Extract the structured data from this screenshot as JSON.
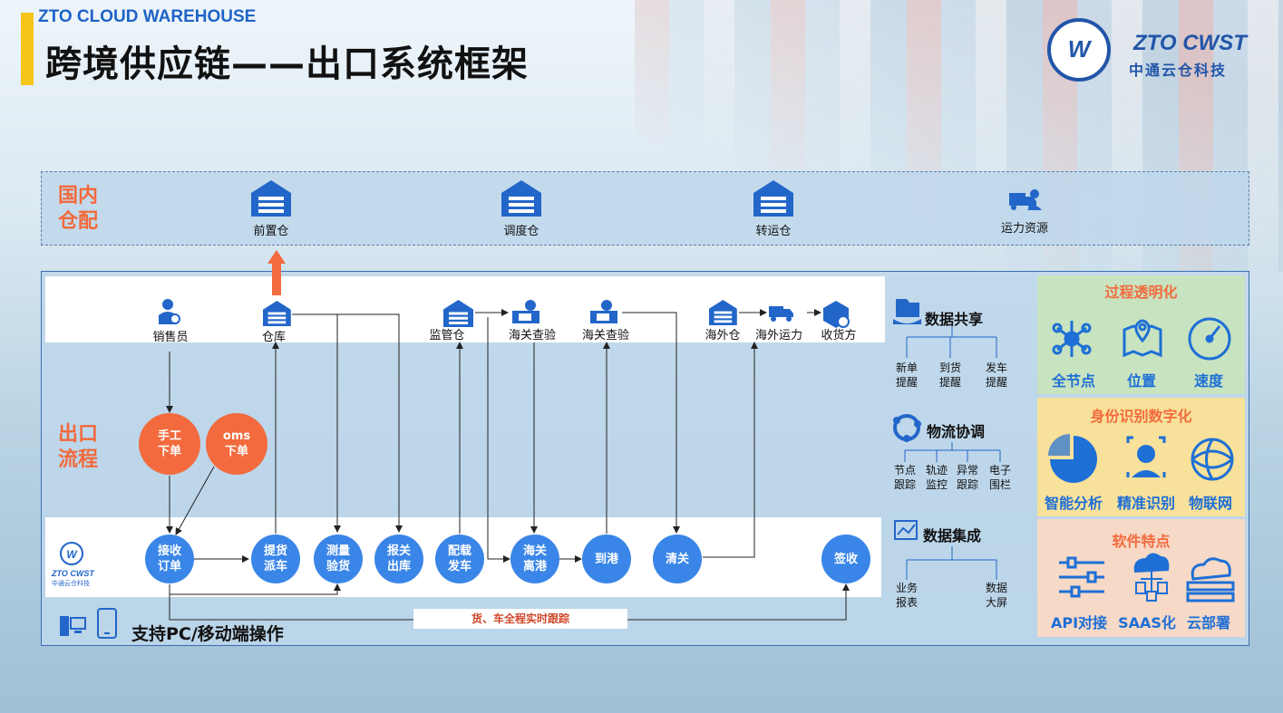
{
  "header": {
    "brand": "ZTO CLOUD WAREHOUSE",
    "title": "跨境供应链——出口系统框架",
    "logo_en": "ZTO CWST",
    "logo_cn": "中通云仓科技"
  },
  "domestic": {
    "label_line1": "国内",
    "label_line2": "仓配",
    "items": [
      "前置仓",
      "调度仓",
      "转运仓",
      "运力资源"
    ]
  },
  "export": {
    "label_line1": "出口",
    "label_line2": "流程",
    "top_row": [
      "销售员",
      "仓库",
      "监管仓",
      "海关查验",
      "海关查验",
      "海外仓",
      "海外运力",
      "收货方"
    ],
    "manual_order": [
      "手工",
      "下单"
    ],
    "oms_order": [
      "oms",
      "下单"
    ],
    "nodes": [
      [
        "接收",
        "订单"
      ],
      [
        "提货",
        "派车"
      ],
      [
        "测量",
        "验货"
      ],
      [
        "报关",
        "出库"
      ],
      [
        "配载",
        "发车"
      ],
      [
        "海关",
        "离港"
      ],
      [
        "到港"
      ],
      [
        "清关"
      ],
      [
        "签收"
      ]
    ],
    "band_logo": "ZTO CWST",
    "band_logo_cn": "中通云仓科技",
    "tracking": "货、车全程实时跟踪",
    "support": "支持PC/移动端操作"
  },
  "middle": {
    "share": {
      "title": "数据共享",
      "items": [
        [
          "新单",
          "提醒"
        ],
        [
          "到货",
          "提醒"
        ],
        [
          "发车",
          "提醒"
        ]
      ]
    },
    "coord": {
      "title": "物流协调",
      "items": [
        [
          "节点",
          "跟踪"
        ],
        [
          "轨迹",
          "监控"
        ],
        [
          "异常",
          "跟踪"
        ],
        [
          "电子",
          "围栏"
        ]
      ]
    },
    "integ": {
      "title": "数据集成",
      "items": [
        [
          "业务",
          "报表"
        ],
        [
          "数据",
          "大屏"
        ]
      ]
    }
  },
  "panels": {
    "transparency": {
      "title": "过程透明化",
      "items": [
        "全节点",
        "位置",
        "速度"
      ],
      "color": "#c8e3c0"
    },
    "identity": {
      "title": "身份识别数字化",
      "items": [
        "智能分析",
        "精准识别",
        "物联网"
      ],
      "color": "#f8e19a"
    },
    "software": {
      "title": "软件特点",
      "items": [
        "API对接",
        "SAAS化",
        "云部署"
      ],
      "color": "#f6d9c6"
    }
  },
  "colors": {
    "accent_blue": "#3a86e8",
    "accent_orange": "#f26a3d",
    "title_bar": "#f5c518",
    "dark_blue": "#2255a8"
  }
}
